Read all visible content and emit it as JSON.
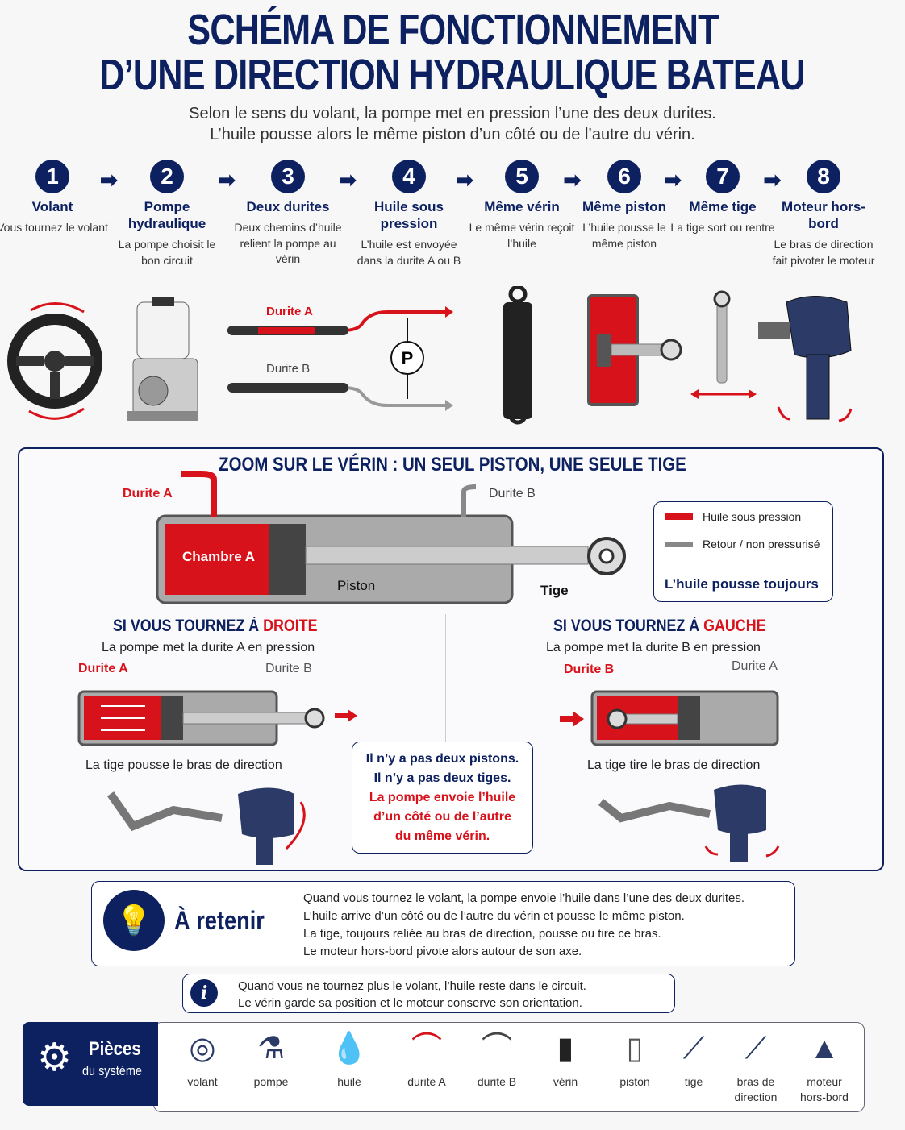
{
  "title": {
    "line1": "SCHÉMA DE FONCTIONNEMENT",
    "line2": "D’UNE DIRECTION HYDRAULIQUE BATEAU"
  },
  "subtitle": {
    "line1": "Selon le sens du volant, la pompe met en pression l’une des deux durites.",
    "line2": "L’huile pousse alors le même piston d’un côté ou de l’autre du vérin."
  },
  "steps": [
    {
      "num": "1",
      "title": "Volant",
      "desc": "Vous tournez le volant"
    },
    {
      "num": "2",
      "title": "Pompe hydraulique",
      "desc": "La pompe choisit le bon circuit"
    },
    {
      "num": "3",
      "title": "Deux durites",
      "desc": "Deux chemins d’huile relient la pompe au vérin"
    },
    {
      "num": "4",
      "title": "Huile sous pression",
      "desc": "L’huile est envoyée dans la durite A ou B"
    },
    {
      "num": "5",
      "title": "Même vérin",
      "desc": "Le même vérin reçoit l’huile"
    },
    {
      "num": "6",
      "title": "Même piston",
      "desc": "L’huile pousse le même piston"
    },
    {
      "num": "7",
      "title": "Même tige",
      "desc": "La tige sort ou rentre"
    },
    {
      "num": "8",
      "title": "Moteur hors-bord",
      "desc": "Le bras de direction fait pivoter le moteur"
    }
  ],
  "hoses": {
    "a": "Durite A",
    "b": "Durite B",
    "pump_symbol": "P"
  },
  "zoom": {
    "title": "ZOOM SUR LE VÉRIN : UN SEUL PISTON, UNE SEULE TIGE",
    "durite_a": "Durite A",
    "durite_b": "Durite B",
    "chamber": "Chambre A",
    "piston": "Piston",
    "tige": "Tige",
    "legend": {
      "pressure": "Huile sous pression",
      "return": "Retour / non pressurisé",
      "note": "L’huile pousse toujours"
    },
    "right": {
      "title_prefix": "SI VOUS TOURNEZ À ",
      "title_dir": "DROITE",
      "desc": "La pompe met la durite A en pression",
      "durite_a": "Durite A",
      "durite_b": "Durite B",
      "caption": "La tige pousse le bras de direction"
    },
    "left": {
      "title_prefix": "SI VOUS TOURNEZ À ",
      "title_dir": "GAUCHE",
      "desc": "La pompe met la durite B en pression",
      "durite_b": "Durite B",
      "durite_a": "Durite A",
      "caption": "La tige tire le bras de direction"
    },
    "center_note": {
      "l1": "Il n’y a pas deux pistons.",
      "l2": "Il n’y a pas deux tiges.",
      "l3": "La pompe envoie l’huile",
      "l4": "d’un côté ou de l’autre",
      "l5": "du même vérin."
    }
  },
  "retenir": {
    "title": "À retenir",
    "lines": [
      "Quand vous tournez le volant, la pompe envoie l’huile dans l’une des deux durites.",
      "L’huile arrive d’un côté ou de l’autre du vérin et pousse le même piston.",
      "La tige, toujours reliée au bras de direction, pousse ou tire ce bras.",
      "Le moteur hors-bord pivote alors autour de son axe."
    ]
  },
  "info": {
    "icon": "i",
    "lines": [
      "Quand vous ne tournez plus le volant, l’huile reste dans le circuit.",
      "Le vérin garde sa position et le moteur conserve son orientation."
    ]
  },
  "parts": {
    "title": "Pièces",
    "subtitle": "du système",
    "items": [
      "volant",
      "pompe",
      "huile",
      "durite A",
      "durite B",
      "vérin",
      "piston",
      "tige",
      "bras de direction",
      "moteur hors-bord"
    ]
  },
  "colors": {
    "navy": "#0d2160",
    "red": "#d8121a",
    "gray": "#8a8a8a"
  }
}
